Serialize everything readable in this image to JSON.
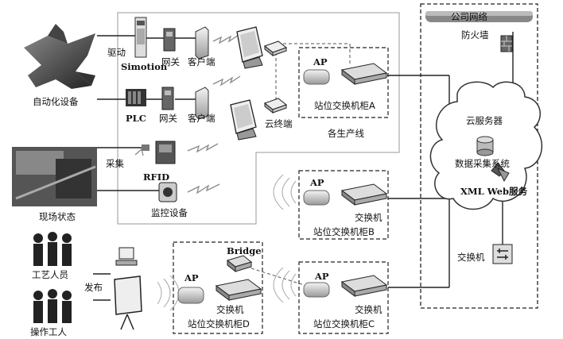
{
  "labels": {
    "automation": "自动化设备",
    "drive": "驱动",
    "simotion": "Simotion",
    "gateway1": "网关",
    "client1": "客户端",
    "plc": "PLC",
    "gateway2": "网关",
    "client2": "客户端",
    "cloud_terminal": "云终端",
    "collect": "采集",
    "rfid": "RFID",
    "monitor": "监控设备",
    "field_status": "现场状态",
    "production_lines": "各生产线",
    "ap_a": "AP",
    "cabinet_a": "站位交换机柜A",
    "ap_b": "AP",
    "switch_b": "交换机",
    "cabinet_b": "站位交换机柜B",
    "ap_c": "AP",
    "switch_c": "交换机",
    "cabinet_c": "站位交换机柜C",
    "bridge": "Bridge",
    "ap_d": "AP",
    "switch_d": "交换机",
    "cabinet_d": "站位交换机柜D",
    "company_network": "公司网络",
    "firewall": "防火墙",
    "cloud_server": "云服务器",
    "data_system": "数据采集系统",
    "xml_service": "XML Web服务",
    "main_switch": "交换机",
    "process_staff": "工艺人员",
    "operators": "操作工人",
    "publish": "发布"
  }
}
